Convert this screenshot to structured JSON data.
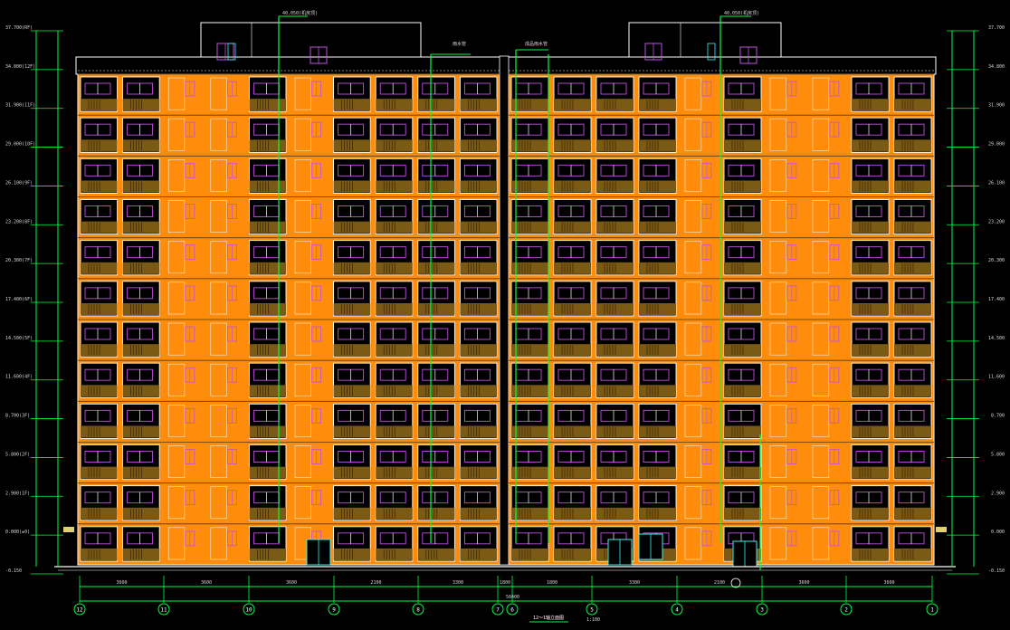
{
  "drawing": {
    "floors": 12,
    "bays_per_half": 10,
    "colors": {
      "background": "#000000",
      "facade": "#ff8c0a",
      "window_bg": "#000000",
      "balcony": "#7a5a14",
      "frame": "#ffffff",
      "dimension": "#00ff40",
      "sash": "#c050e0",
      "door": "#40f0f0"
    },
    "left_level_labels": [
      "-0.150",
      "0.000(±0)",
      "2.900(1F)",
      "5.800(2F)",
      "8.700(3F)",
      "11.600(4F)",
      "14.500(5F)",
      "17.400(6F)",
      "20.300(7F)",
      "23.200(8F)",
      "26.100(9F)",
      "29.000(10F)",
      "31.900(11F)",
      "34.800(12F)",
      "37.700(RF)"
    ],
    "right_level_labels": [
      "-0.150",
      "0.000",
      "2.900",
      "5.800",
      "8.700",
      "11.600",
      "14.500",
      "17.400",
      "20.300",
      "23.200",
      "26.100",
      "29.000",
      "31.900",
      "34.800",
      "37.700"
    ],
    "axis_labels": [
      "12",
      "11",
      "10",
      "9",
      "8",
      "7",
      "6",
      "5",
      "4",
      "3",
      "2",
      "1"
    ],
    "bottom_dims": [
      "3600",
      "3600",
      "3600",
      "2100",
      "3300",
      "1800",
      "1800",
      "3300",
      "2100",
      "3600",
      "3600"
    ],
    "overall_dim": "50400",
    "title": "12～1轴立面图",
    "scale": "1:100",
    "roof_notes": [
      "40.050(机房顶)",
      "40.050(机房顶)"
    ],
    "top_notes": [
      "雨水管",
      "成品雨水管"
    ]
  }
}
